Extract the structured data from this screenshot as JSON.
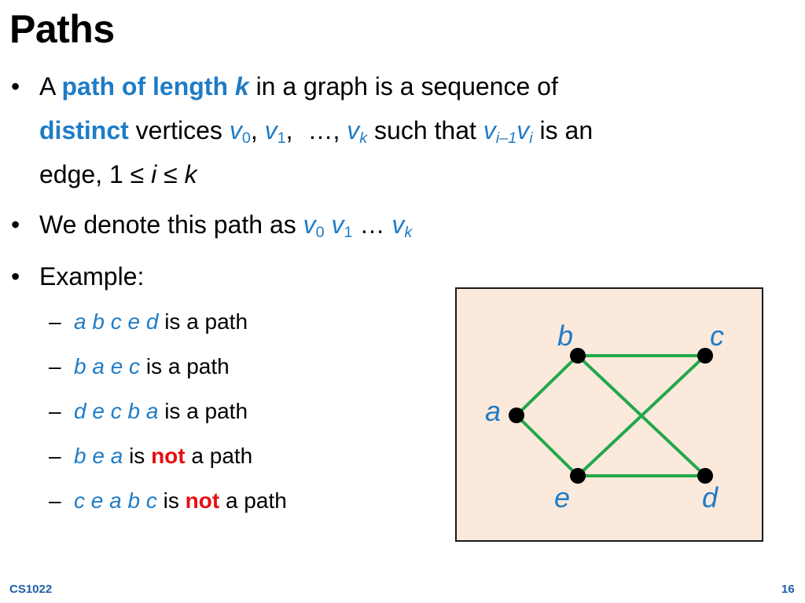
{
  "slide": {
    "title": "Paths",
    "bullet1": {
      "t1": "A",
      "t2": "path of length",
      "t3": "k",
      "t4": "in a graph is a sequence of",
      "t5": "distinct",
      "t6": "vertices",
      "t7": "v",
      "t8": "0",
      "t9": ",",
      "t10": "v",
      "t11": "1",
      "t12": ",",
      "t13": "…,",
      "t14": "v",
      "t15": "k",
      "t16": "such that",
      "t17": "v",
      "t18": "i–1",
      "t19": "v",
      "t20": "i",
      "t21": "is an",
      "t22": "edge, 1",
      "t23": "≤",
      "t24": "i",
      "t25": "≤",
      "t26": "k"
    },
    "bullet2": {
      "t1": "We denote this path as",
      "t2": "v",
      "t3": "0",
      "t4": "v",
      "t5": "1",
      "t6": "…",
      "t7": "v",
      "t8": "k"
    },
    "bullet3": {
      "t1": "Example:"
    },
    "bullet_marker": "•",
    "sub_marker": "–",
    "examples": [
      {
        "path": "a b c e d",
        "text": "is a path"
      },
      {
        "path": "b a e c",
        "text": "is a path"
      },
      {
        "path": "d e c b a",
        "text": "is a path"
      },
      {
        "path": "b e a",
        "text1": "is",
        "not": "not",
        "text2": "a path"
      },
      {
        "path": "c e a b c",
        "text1": "is",
        "not": "not",
        "text2": "a path"
      }
    ]
  },
  "graph": {
    "vertex_labels": {
      "a": "a",
      "b": "b",
      "c": "c",
      "d": "d",
      "e": "e"
    },
    "edges": [
      [
        "a",
        "b"
      ],
      [
        "a",
        "e"
      ],
      [
        "b",
        "c"
      ],
      [
        "b",
        "d"
      ],
      [
        "c",
        "e"
      ],
      [
        "e",
        "d"
      ]
    ],
    "colors": {
      "edge": "#22a84a",
      "vertex": "#000000",
      "label": "#1f7cc6",
      "background": "#fbe9dc",
      "border": "#1a1a1a"
    }
  },
  "footer": {
    "course": "CS1022",
    "page": "16"
  },
  "colors": {
    "accent_blue": "#1f7cc6",
    "not_red": "#e41010",
    "footer_blue": "#1f5ea8"
  }
}
